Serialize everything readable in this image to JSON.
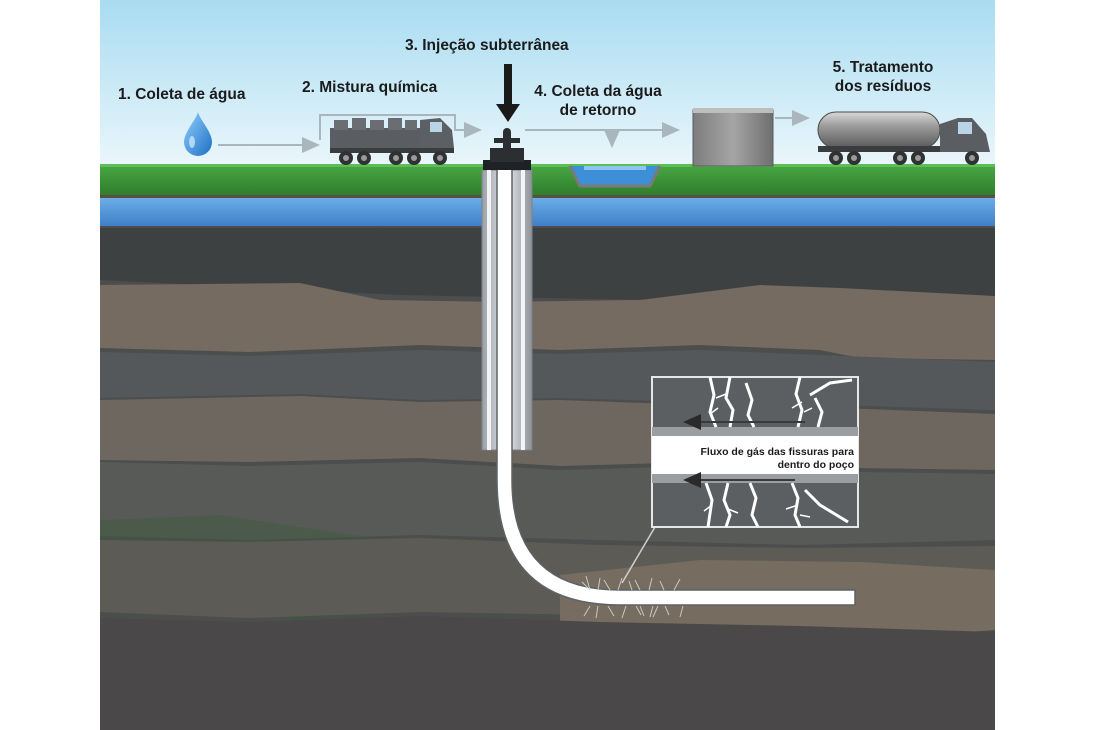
{
  "steps": {
    "step1": {
      "label": "1. Coleta de água"
    },
    "step2": {
      "label": "2. Mistura química"
    },
    "step3": {
      "label": "3. Injeção subterrânea"
    },
    "step4": {
      "line1": "4. Coleta da água",
      "line2": "de retorno"
    },
    "step5": {
      "line1": "5. Tratamento",
      "line2": "dos resíduos"
    }
  },
  "inset": {
    "line1": "Fluxo de gás das fissuras para",
    "line2": "dentro do poço"
  },
  "colors": {
    "sky_top": "#9fd6ee",
    "grass": "#3f9a3a",
    "aquifer": "#4f94d8",
    "rock_dark": "#4a4c4c",
    "rock_tan": "#7a6f63",
    "well_casing": "#c9ced2",
    "water_drop": "#2a7fd0"
  },
  "icons": [
    "water-drop-icon",
    "mixing-truck-icon",
    "wellhead-icon",
    "down-arrow-icon",
    "retention-pit-icon",
    "storage-tank-icon",
    "tanker-truck-icon"
  ]
}
